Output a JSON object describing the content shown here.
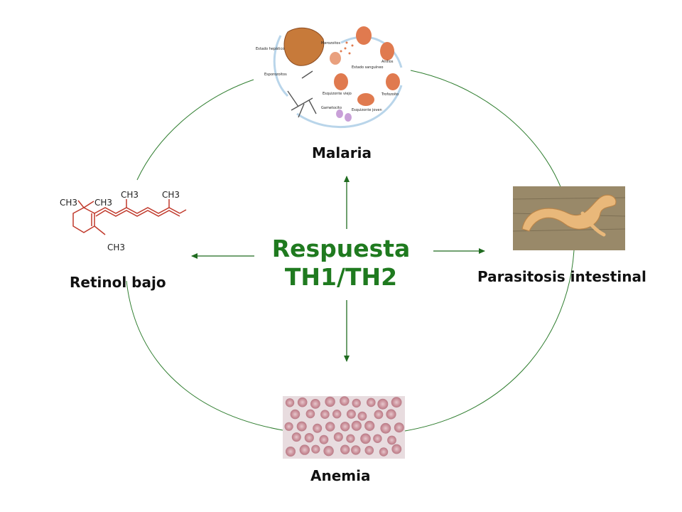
{
  "center": {
    "line1": "Respuesta",
    "line2": "TH1/TH2"
  },
  "nodes": {
    "malaria": "Malaria",
    "parasitosis": "Parasitosis intestinal",
    "anemia": "Anemia",
    "retinol": "Retinol bajo"
  },
  "malaria_cycle": {
    "labels": [
      "Estado hepático",
      "Merozoitos",
      "Anillos",
      "Estado sanguíneo",
      "Esporozoitos",
      "Esquizonte viejo",
      "Trofozoito",
      "Gametocito",
      "Esquizonte joven"
    ]
  },
  "retinol_structure": {
    "methyl_labels": [
      "CH3",
      "CH3",
      "CH3",
      "CH3",
      "CH3"
    ]
  },
  "colors": {
    "accent": "#1f7a1f",
    "arrow": "#1f6b1f",
    "circle": "#2e7d2e"
  }
}
